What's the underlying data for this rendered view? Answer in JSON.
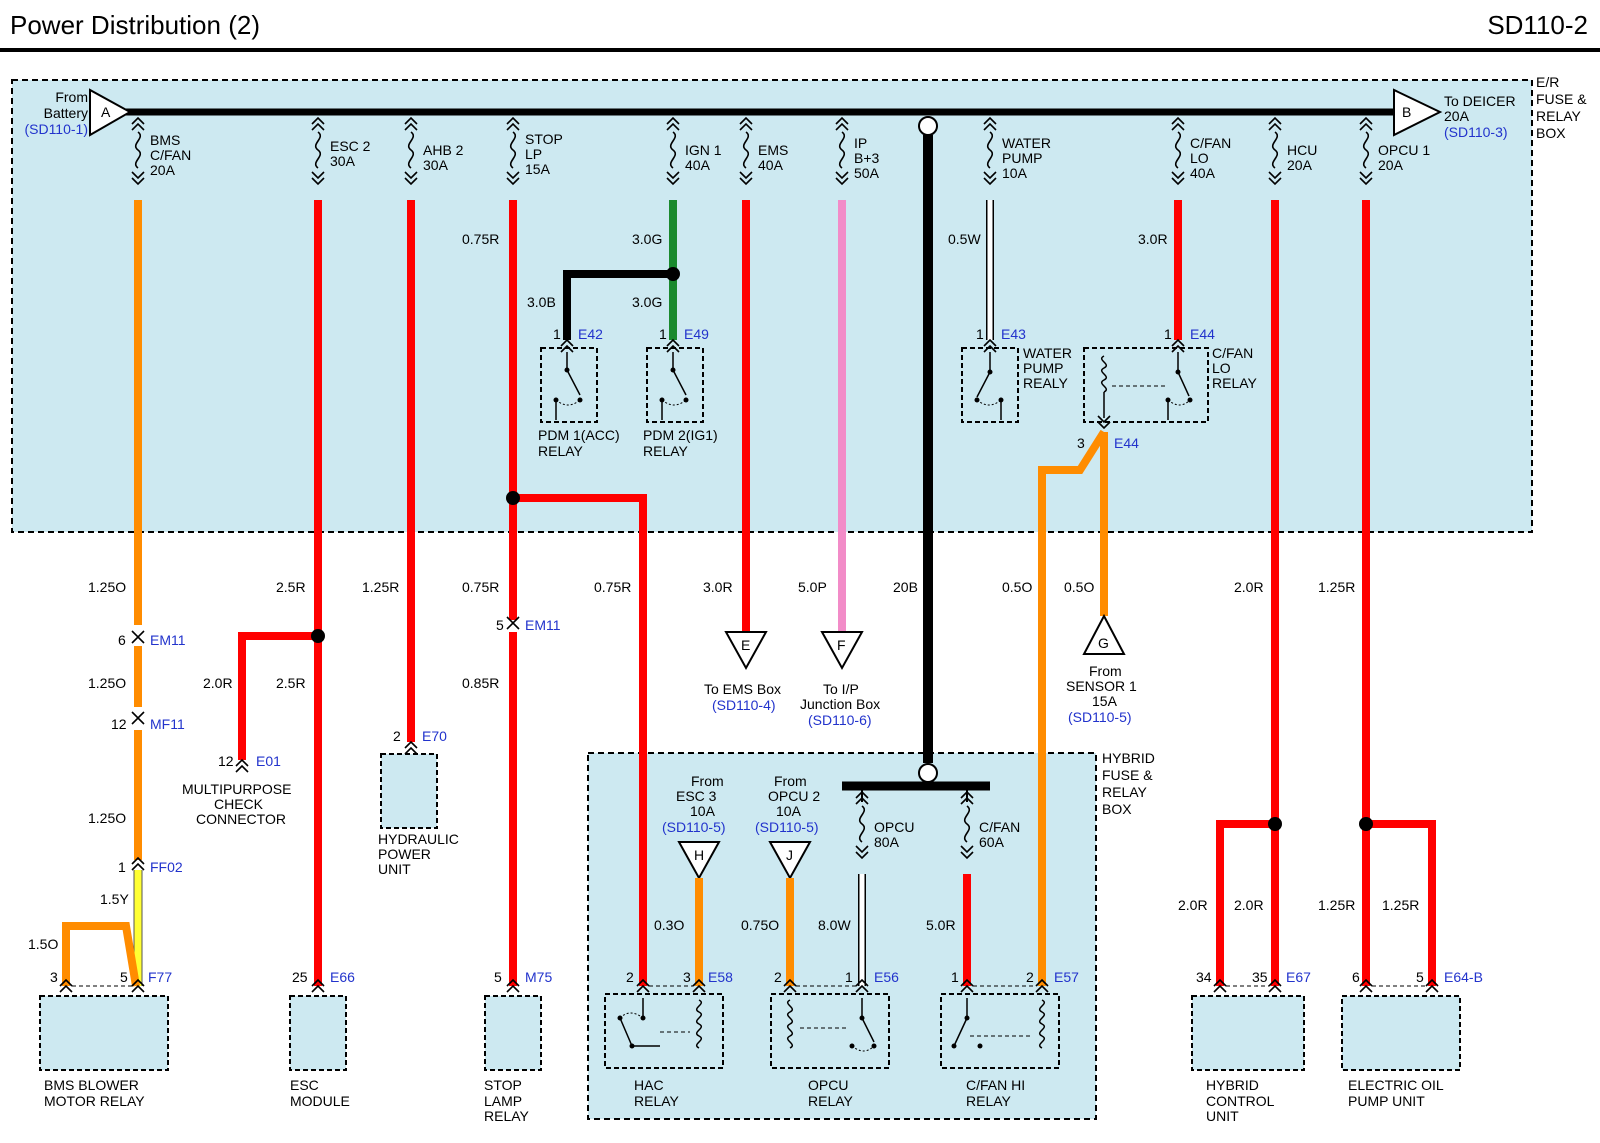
{
  "header": {
    "title": "Power Distribution (2)",
    "code": "SD110-2"
  },
  "colors": {
    "box_fill": "#cde9f1",
    "red": "#ff0000",
    "orange": "#ff8c00",
    "green": "#1a8a2e",
    "pink": "#f28cc8",
    "yellow": "#ffff33",
    "black": "#000000",
    "blue_ref": "#2233cc"
  },
  "boxes": {
    "er": [
      "E/R",
      "FUSE &",
      "RELAY",
      "BOX"
    ],
    "hybrid": [
      "HYBRID",
      "FUSE &",
      "RELAY",
      "BOX"
    ]
  },
  "bus": {
    "a_letter": "A",
    "a_from": [
      "From",
      "Battery"
    ],
    "a_ref": "(SD110-1)",
    "b_letter": "B",
    "b_to": [
      "To DEICER",
      "20A"
    ],
    "b_ref": "(SD110-3)"
  },
  "fuses": [
    {
      "lines": [
        "BMS",
        "C/FAN",
        "20A"
      ]
    },
    {
      "lines": [
        "ESC 2",
        "30A"
      ]
    },
    {
      "lines": [
        "AHB 2",
        "30A"
      ]
    },
    {
      "lines": [
        "STOP",
        "LP",
        "15A"
      ]
    },
    {
      "lines": [
        "IGN 1",
        "40A"
      ]
    },
    {
      "lines": [
        "EMS",
        "40A"
      ]
    },
    {
      "lines": [
        "IP",
        "B+3",
        "50A"
      ]
    },
    {
      "lines": [
        "WATER",
        "PUMP",
        "10A"
      ]
    },
    {
      "lines": [
        "C/FAN",
        "LO",
        "40A"
      ]
    },
    {
      "lines": [
        "HCU",
        "20A"
      ]
    },
    {
      "lines": [
        "OPCU 1",
        "20A"
      ]
    },
    {
      "lines": [
        "OPCU",
        "80A"
      ]
    },
    {
      "lines": [
        "C/FAN",
        "60A"
      ]
    }
  ],
  "wire_labels": {
    "w1": "1.25O",
    "w2": "2.5R",
    "w3": "1.25R",
    "w4": "0.75R",
    "w5": "3.0G",
    "w6": "3.0B",
    "w7": "3.0G",
    "w8": "0.5W",
    "w9": "3.0R",
    "w10": "0.75R",
    "w11": "0.75R",
    "w12": "3.0R",
    "w13": "5.0P",
    "w14": "20B",
    "w15": "0.5O",
    "w16": "0.5O",
    "w17": "2.0R",
    "w18": "1.25R",
    "w19": "1.25O",
    "w20": "2.0R",
    "w21": "2.5R",
    "w22": "0.85R",
    "w23": "1.25O",
    "w24": "1.5Y",
    "w25": "1.5O",
    "w26": "0.3O",
    "w27": "0.75O",
    "w28": "8.0W",
    "w29": "5.0R",
    "w30": "2.0R",
    "w31": "2.0R",
    "w32": "1.25R",
    "w33": "1.25R"
  },
  "connectors": {
    "e42": {
      "pin": "1",
      "ref": "E42"
    },
    "e49": {
      "pin": "1",
      "ref": "E49"
    },
    "e43": {
      "pin": "1",
      "ref": "E43"
    },
    "e44a": {
      "pin": "1",
      "ref": "E44"
    },
    "e44b": {
      "pin": "3",
      "ref": "E44"
    },
    "em11a": {
      "pin": "6",
      "ref": "EM11"
    },
    "em11b": {
      "pin": "5",
      "ref": "EM11"
    },
    "mf11": {
      "pin": "12",
      "ref": "MF11"
    },
    "ff02": {
      "pin": "1",
      "ref": "FF02"
    },
    "e01": {
      "pin": "12",
      "ref": "E01"
    },
    "e70": {
      "pin": "2",
      "ref": "E70"
    },
    "f77a": {
      "pin": "3"
    },
    "f77b": {
      "pin": "5",
      "ref": "F77"
    },
    "e66": {
      "pin": "25",
      "ref": "E66"
    },
    "m75": {
      "pin": "5",
      "ref": "M75"
    },
    "e58a": {
      "pin": "2"
    },
    "e58b": {
      "pin": "3",
      "ref": "E58"
    },
    "e56a": {
      "pin": "2"
    },
    "e56b": {
      "pin": "1",
      "ref": "E56"
    },
    "e57a": {
      "pin": "1"
    },
    "e57b": {
      "pin": "2",
      "ref": "E57"
    },
    "e67a": {
      "pin": "34"
    },
    "e67b": {
      "pin": "35",
      "ref": "E67"
    },
    "e64a": {
      "pin": "6"
    },
    "e64b": {
      "pin": "5",
      "ref": "E64-B"
    }
  },
  "relays": {
    "pdm1": [
      "PDM 1(ACC)",
      "RELAY"
    ],
    "pdm2": [
      "PDM 2(IG1)",
      "RELAY"
    ],
    "water": [
      "WATER",
      "PUMP",
      "REALY"
    ],
    "cfanlo": [
      "C/FAN",
      "LO",
      "RELAY"
    ],
    "hac": [
      "HAC",
      "RELAY"
    ],
    "opcu": [
      "OPCU",
      "RELAY"
    ],
    "cfanhi": [
      "C/FAN HI",
      "RELAY"
    ]
  },
  "offpage": {
    "e": {
      "letter": "E",
      "lines": [
        "To EMS Box"
      ],
      "ref": "(SD110-4)"
    },
    "f": {
      "letter": "F",
      "lines": [
        "To I/P",
        "Junction Box"
      ],
      "ref": "(SD110-6)"
    },
    "g": {
      "letter": "G",
      "lines": [
        "From",
        "SENSOR 1",
        "15A"
      ],
      "ref": "(SD110-5)"
    },
    "h": {
      "letter": "H",
      "lines": [
        "From",
        "ESC 3",
        "10A"
      ],
      "ref": "(SD110-5)"
    },
    "j": {
      "letter": "J",
      "lines": [
        "From",
        "OPCU 2",
        "10A"
      ],
      "ref": "(SD110-5)"
    }
  },
  "components": {
    "bms": [
      "BMS BLOWER",
      "MOTOR RELAY"
    ],
    "esc": [
      "ESC",
      "MODULE"
    ],
    "stop": [
      "STOP",
      "LAMP",
      "RELAY"
    ],
    "mpc": [
      "MULTIPURPOSE",
      "CHECK",
      "CONNECTOR"
    ],
    "hpu": [
      "HYDRAULIC",
      "POWER",
      "UNIT"
    ],
    "hcu": [
      "HYBRID",
      "CONTROL",
      "UNIT"
    ],
    "eop": [
      "ELECTRIC OIL",
      "PUMP UNIT"
    ]
  }
}
